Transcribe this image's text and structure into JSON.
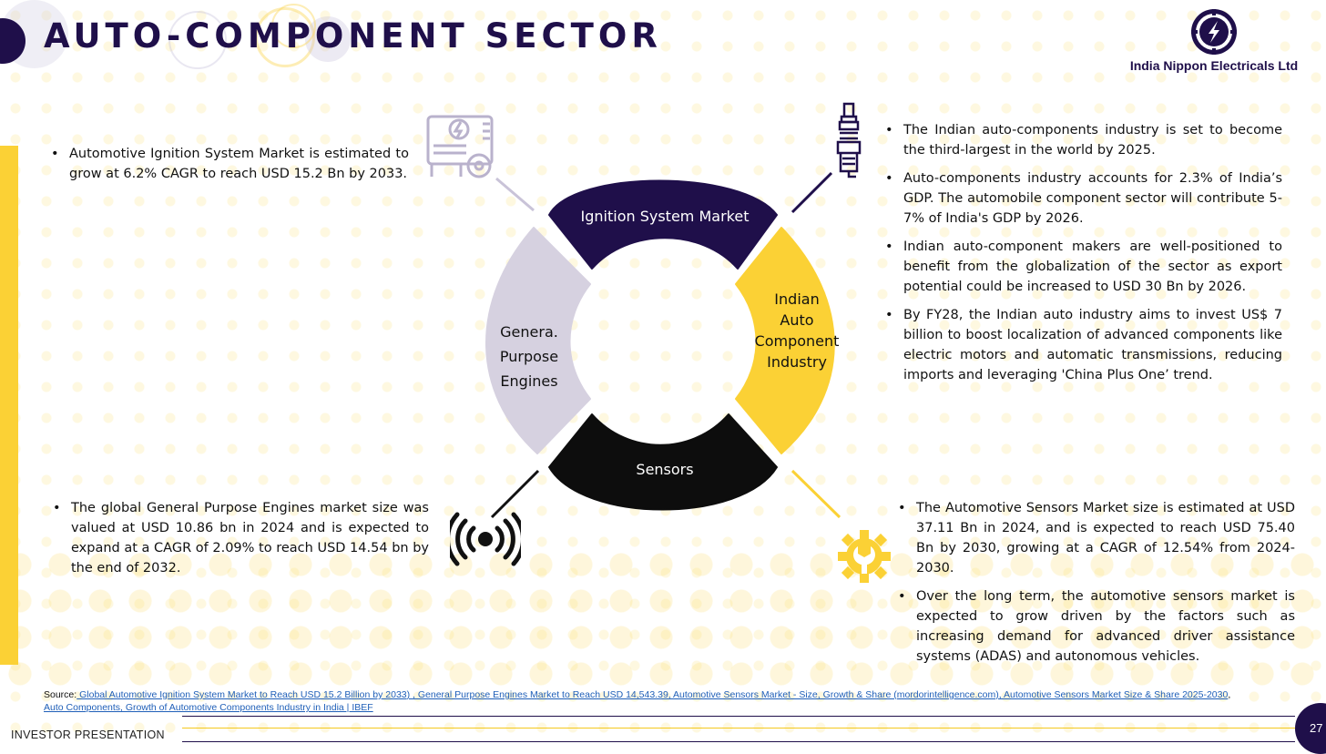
{
  "header": {
    "title": "AUTO-COMPONENT SECTOR",
    "company": "India Nippon Electricals Ltd"
  },
  "colors": {
    "navy": "#1f0f4a",
    "yellow": "#fbd135",
    "lavender": "#d6d1e0",
    "black": "#111111"
  },
  "icons": {
    "top_left": "generator-icon",
    "top_right": "spark-plug-icon",
    "bottom_left": "sensor-wave-icon",
    "bottom_right": "gear-wrench-icon"
  },
  "wheel": {
    "top": "Ignition System Market",
    "right": [
      "Indian",
      "Auto",
      "Component",
      "Industry"
    ],
    "left": [
      "Genera.",
      "Purpose",
      "Engines"
    ],
    "bottom": "Sensors"
  },
  "ignition_bullets": [
    "Automotive Ignition System Market is estimated to grow at 6.2% CAGR to reach USD 15.2 Bn by 2033."
  ],
  "industry_bullets": [
    "The Indian auto-components industry is set to become the third-largest in the world by 2025.",
    "Auto-components industry accounts for 2.3% of India’s GDP. The automobile component sector will contribute 5-7% of India's GDP by 2026.",
    "Indian auto-component makers are well-positioned to benefit from the globalization of the sector as export potential could be increased to USD 30 Bn by 2026.",
    "By FY28, the Indian auto industry aims to invest US$ 7 billion to boost localization of advanced components like electric motors and automatic transmissions, reducing imports and leveraging 'China Plus One’ trend."
  ],
  "engines_bullets": [
    "The global General Purpose Engines market size was valued at USD 10.86 bn in 2024 and is expected to expand at a CAGR of 2.09% to reach USD 14.54 bn by the end of 2032."
  ],
  "sensors_bullets": [
    "The Automotive Sensors Market size is estimated at USD 37.11 Bn in 2024, and is expected to reach USD 75.40 Bn by 2030, growing at a CAGR of 12.54% from 2024-2030.",
    "Over the long term, the automotive sensors market is expected to grow driven by the factors such as increasing demand for advanced driver assistance systems (ADAS) and autonomous vehicles."
  ],
  "source": {
    "prefix": "Source:",
    "links": [
      " Global Automotive Ignition System Market to Reach USD 15.2 Billion by 2033",
      ") , General Purpose Engines Market to Reach USD 14,543.39, Automotive Sensors Market - Size, Growth & Share (mordorintelligence.com), Automotive Sensors Market Size & Share 2025-2030",
      "Auto Components, Growth of Automotive Components Industry in India | IBEF"
    ],
    "separator": ","
  },
  "footer": {
    "label": "INVESTOR PRESENTATION",
    "page": "27"
  }
}
